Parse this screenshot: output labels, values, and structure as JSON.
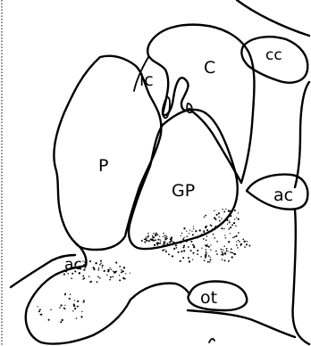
{
  "figure": {
    "labels": {
      "putamen": "P",
      "globus_pallidus": "GP",
      "caudate": "C",
      "internal_capsule": "ic",
      "corpus_callosum": "cc",
      "anterior_commissure_right": "ac",
      "anterior_commissure_left": "ac",
      "optic_tract": "ot"
    }
  }
}
